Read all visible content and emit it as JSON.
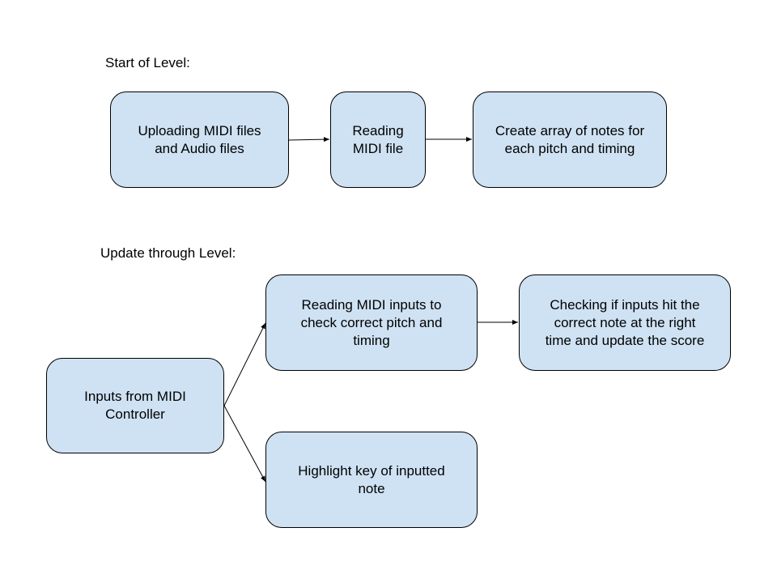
{
  "sections": {
    "start": {
      "label": "Start of Level:"
    },
    "update": {
      "label": "Update through Level:"
    }
  },
  "nodes": {
    "upload": {
      "text": "Uploading MIDI files\nand Audio files"
    },
    "read_midi": {
      "text": "Reading\nMIDI file"
    },
    "create_array": {
      "text": "Create array of notes for\neach pitch and timing"
    },
    "inputs_controller": {
      "text": "Inputs from MIDI\nController"
    },
    "read_inputs": {
      "text": "Reading MIDI inputs to\ncheck correct pitch and\ntiming"
    },
    "check_hit": {
      "text": "Checking if inputs hit the\ncorrect note at the right\ntime and update the score"
    },
    "highlight_key": {
      "text": "Highlight key of inputted\nnote"
    }
  },
  "colors": {
    "node_fill": "#cfe2f3",
    "node_stroke": "#000000",
    "arrow": "#000000"
  }
}
